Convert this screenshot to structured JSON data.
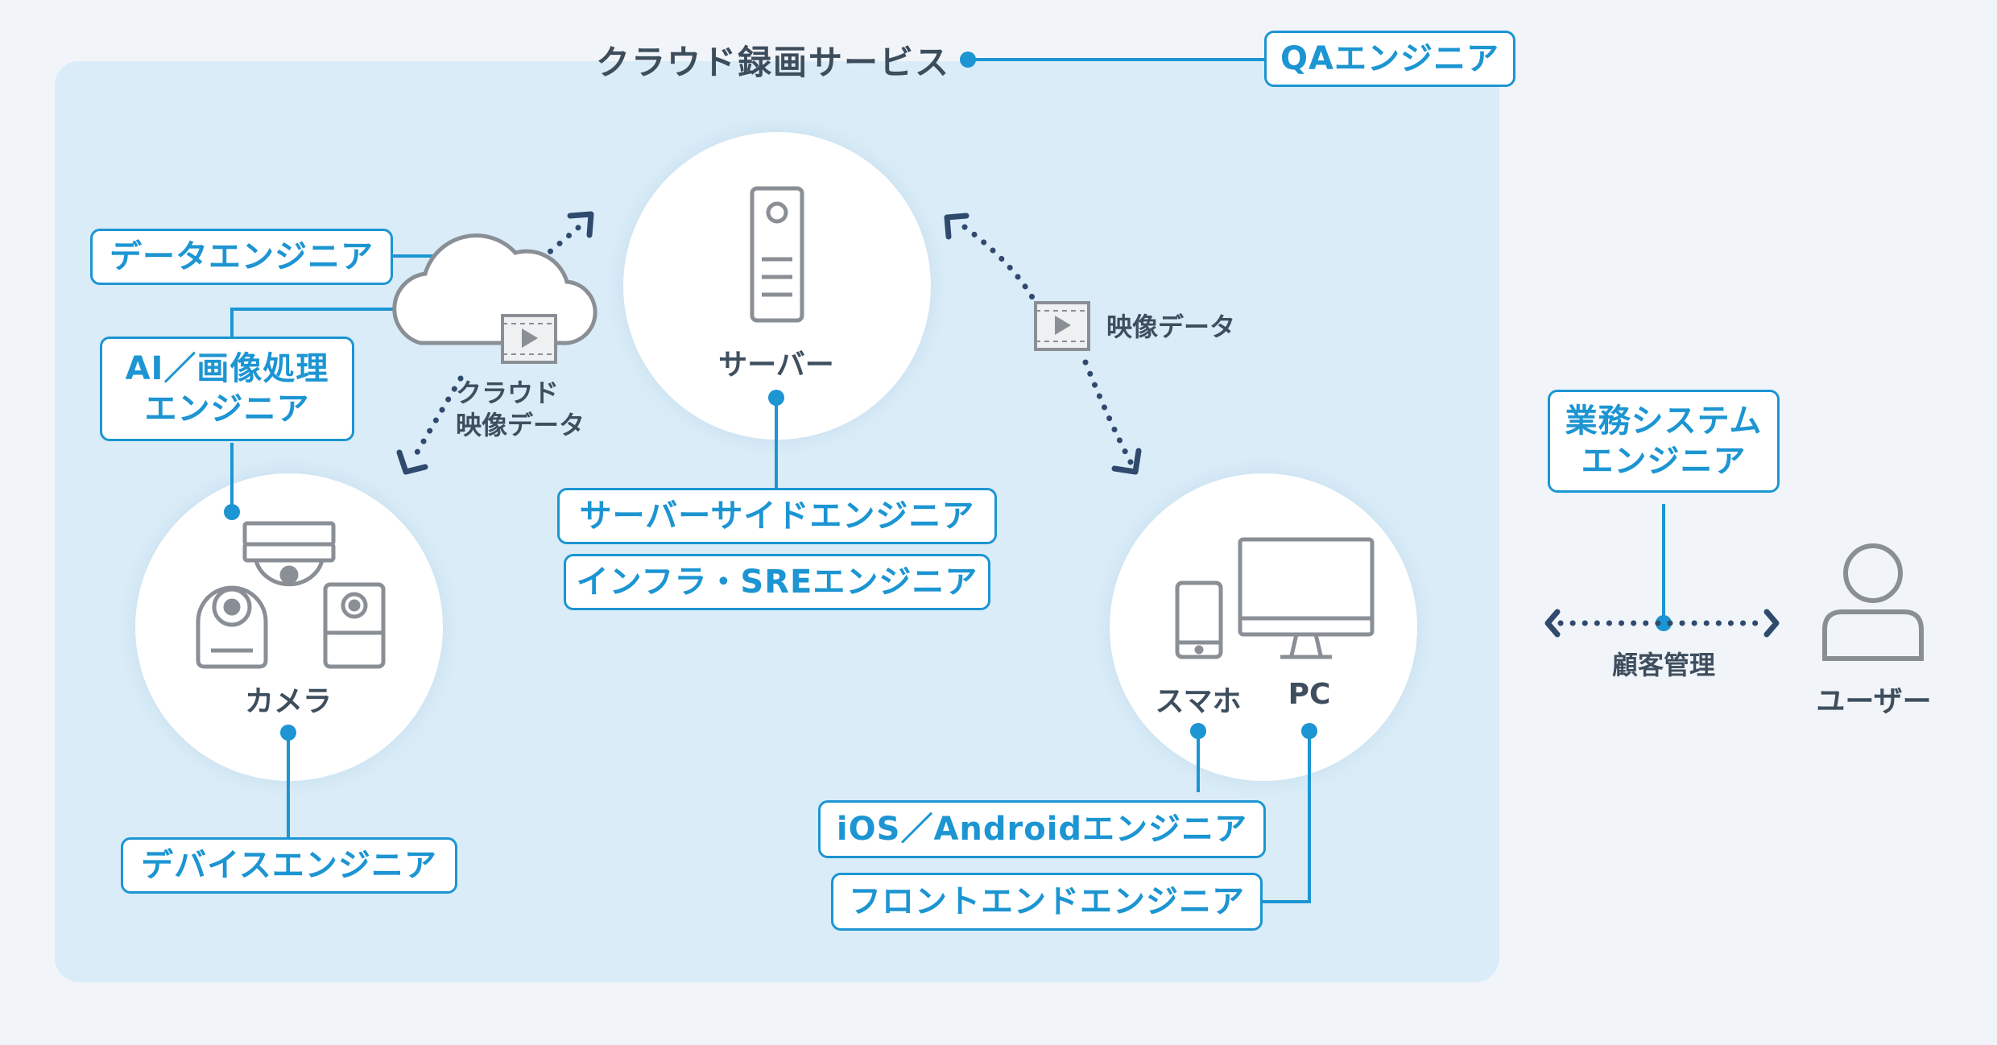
{
  "title": "クラウド録画サービス",
  "roles": {
    "qa": "QAエンジニア",
    "data": "データエンジニア",
    "ai": "AI／画像処理\nエンジニア",
    "server_side": "サーバーサイドエンジニア",
    "infra": "インフラ・SREエンジニア",
    "device": "デバイスエンジニア",
    "mobile": "iOS／Androidエンジニア",
    "frontend": "フロントエンドエンジニア",
    "business": "業務システム\nエンジニア"
  },
  "nodes": {
    "server": "サーバー",
    "camera": "カメラ",
    "smartphone": "スマホ",
    "pc": "PC",
    "user": "ユーザー"
  },
  "flows": {
    "cloud_video": "クラウド\n映像データ",
    "video": "映像データ",
    "customer_mgmt": "顧客管理"
  },
  "colors": {
    "accent": "#1c95d2",
    "panel": "#d9ecf8",
    "dark": "#2f4a6d",
    "icon": "#8a8f96"
  }
}
